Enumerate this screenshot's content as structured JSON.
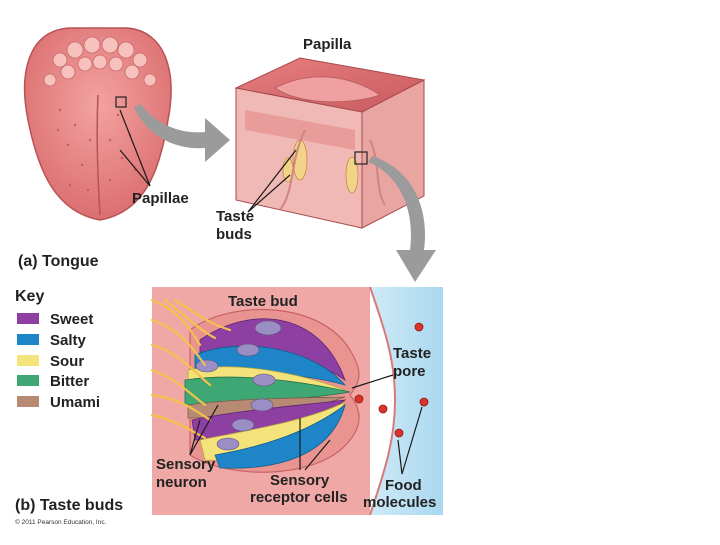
{
  "labels": {
    "papilla": "Papilla",
    "papillae": "Papillae",
    "taste_buds_line1": "Taste",
    "taste_buds_line2": "buds",
    "tongue_caption": "(a) Tongue",
    "key_title": "Key",
    "taste_bud": "Taste bud",
    "taste_pore_line1": "Taste",
    "taste_pore_line2": "pore",
    "sensory_neuron_line1": "Sensory",
    "sensory_neuron_line2": "neuron",
    "receptor_line1": "Sensory",
    "receptor_line2": "receptor cells",
    "food_line1": "Food",
    "food_line2": "molecules",
    "taste_buds_caption": "(b) Taste buds",
    "copyright": "© 2011 Pearson Education, Inc."
  },
  "key": [
    {
      "label": "Sweet",
      "color": "#8e3fa2"
    },
    {
      "label": "Salty",
      "color": "#1e86c8"
    },
    {
      "label": "Sour",
      "color": "#f4e27a"
    },
    {
      "label": "Bitter",
      "color": "#3ea774"
    },
    {
      "label": "Umami",
      "color": "#b78a73"
    }
  ],
  "colors": {
    "tongue": "#e98a8a",
    "tissue": "#f0a8a6",
    "fluid": "#bfe3f3",
    "nerve": "#f2c24c",
    "molecule": "#d8342b",
    "arrow": "#9b9b9b"
  }
}
